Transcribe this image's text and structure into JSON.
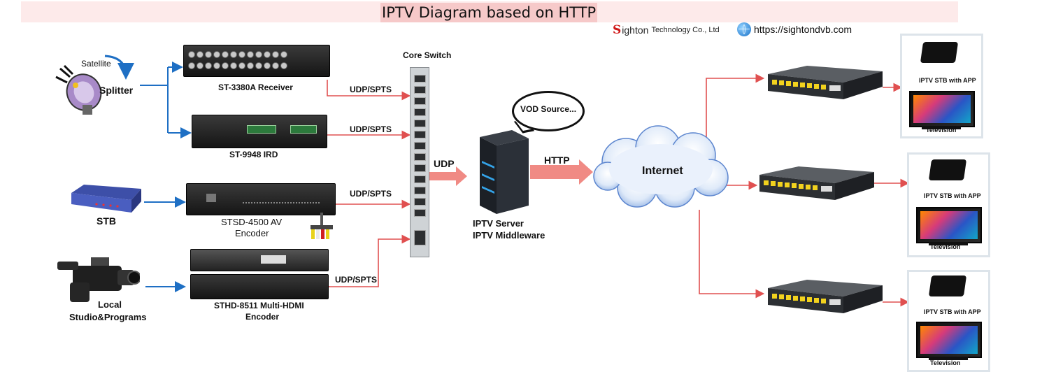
{
  "title": "IPTV Diagram based on HTTP",
  "brand": {
    "s": "S",
    "name": "ighton",
    "rest": "Technology Co., Ltd",
    "url": "https://sightondvb.com"
  },
  "sources": {
    "satellite": "Satellite",
    "splitter": "Splitter",
    "stb": "STB",
    "local_1": "Local",
    "local_2": "Studio&Programs"
  },
  "devices": {
    "receiver": "ST-3380A Receiver",
    "ird": "ST-9948 IRD",
    "av_encoder_1": "STSD-4500 AV",
    "av_encoder_2": "Encoder",
    "hdmi_encoder_1": "STHD-8511 Multi-HDMI",
    "hdmi_encoder_2": "Encoder",
    "core_switch": "Core Switch",
    "server_1": "IPTV Server",
    "server_2": "IPTV Middleware",
    "vod": "VOD Source...",
    "internet": "Internet"
  },
  "links": {
    "udp_spts_1": "UDP/SPTS",
    "udp_spts_2": "UDP/SPTS",
    "udp_spts_3": "UDP/SPTS",
    "udp_spts_4": "UDP/SPTS",
    "udp": "UDP",
    "http": "HTTP"
  },
  "clients": [
    {
      "stb": "IPTV STB with APP",
      "tv": "Television"
    },
    {
      "stb": "IPTV STB with APP",
      "tv": "Television"
    },
    {
      "stb": "IPTV STB with APP",
      "tv": "Television"
    }
  ],
  "colors": {
    "blue_arrow": "#1e6fc4",
    "red_arrow": "#e05050",
    "big_arrow": "#f08a84",
    "title_bg": "#f6c9c9"
  },
  "icons": [
    "satellite-dish-icon",
    "camera-icon",
    "server-icon",
    "cloud-icon",
    "network-switch-icon",
    "set-top-box-icon",
    "television-icon",
    "globe-icon"
  ]
}
